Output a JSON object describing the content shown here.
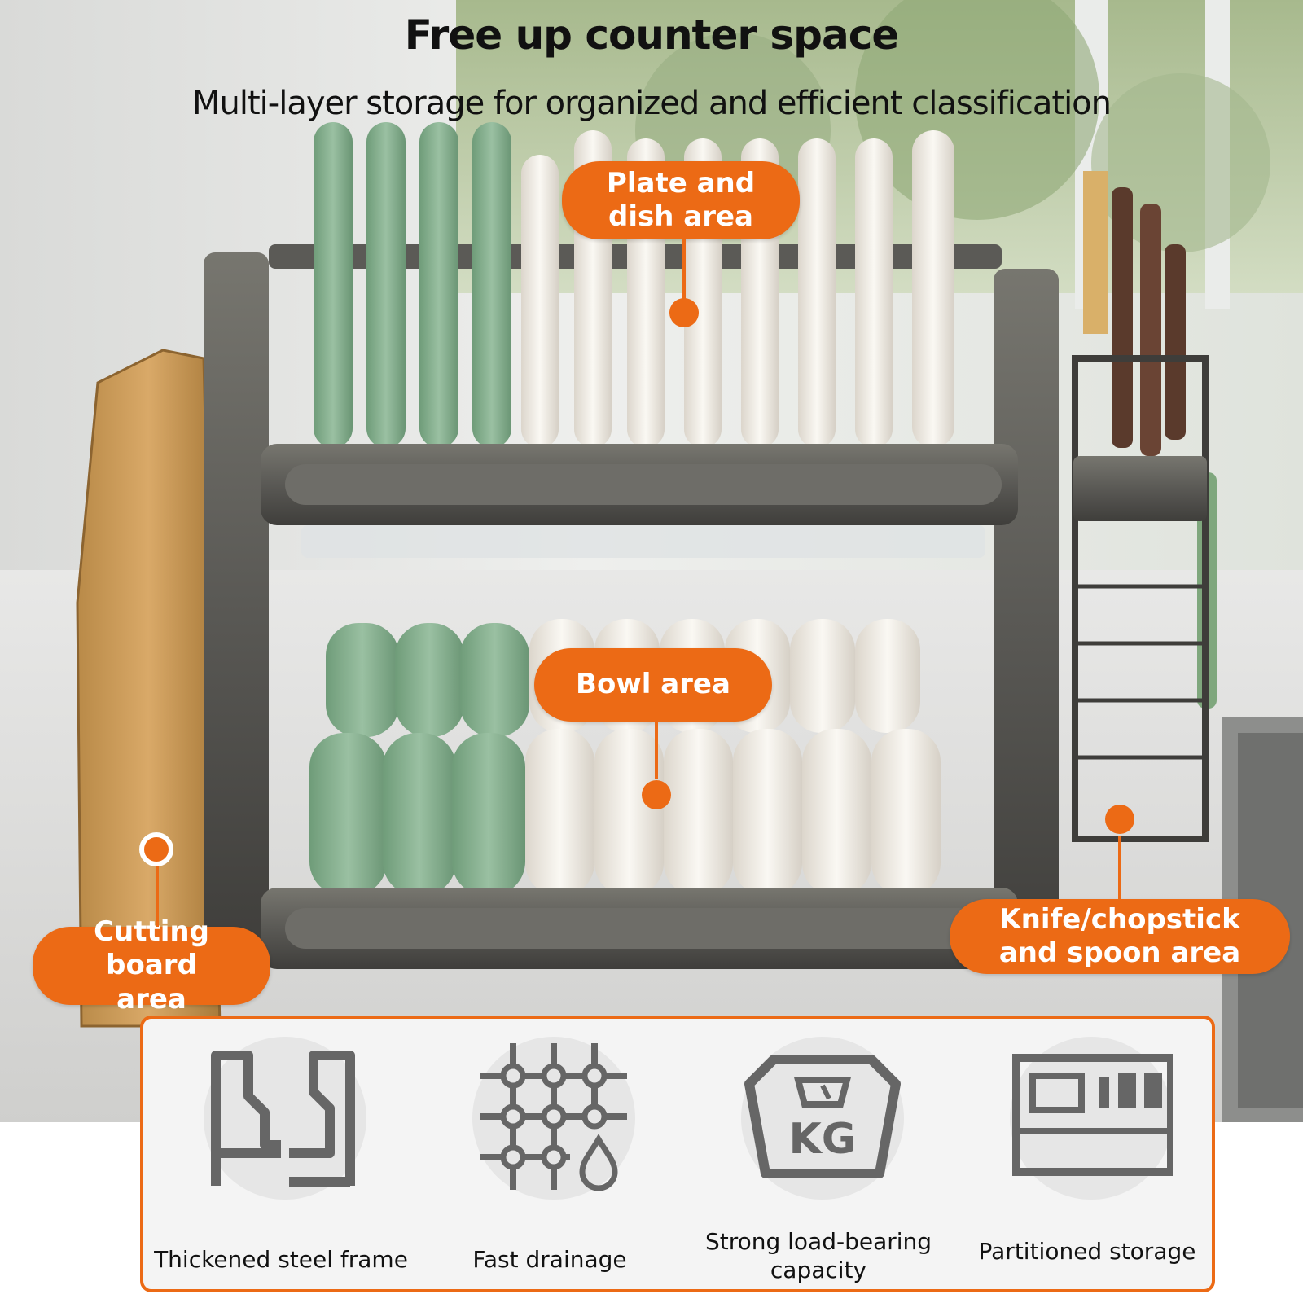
{
  "header": {
    "title": "Free up counter space",
    "subtitle": "Multi-layer storage for organized and efficient classification"
  },
  "callouts": {
    "plates": "Plate and dish area",
    "bowls": "Bowl area",
    "cutting_board": "Cutting board area",
    "knife": "Knife/chopstick and spoon area"
  },
  "features": [
    {
      "label": "Thickened steel frame",
      "icon": "steel-frame-icon"
    },
    {
      "label": "Fast drainage",
      "icon": "drainage-grid-icon"
    },
    {
      "label": "Strong load-bearing capacity",
      "icon": "weight-scale-kg-icon"
    },
    {
      "label": "Partitioned storage",
      "icon": "partitioned-storage-icon"
    }
  ],
  "icon_text": {
    "kg": "KG"
  },
  "colors": {
    "accent": "#ec6a15",
    "frame": "#5e5d5b",
    "text": "#111111"
  }
}
